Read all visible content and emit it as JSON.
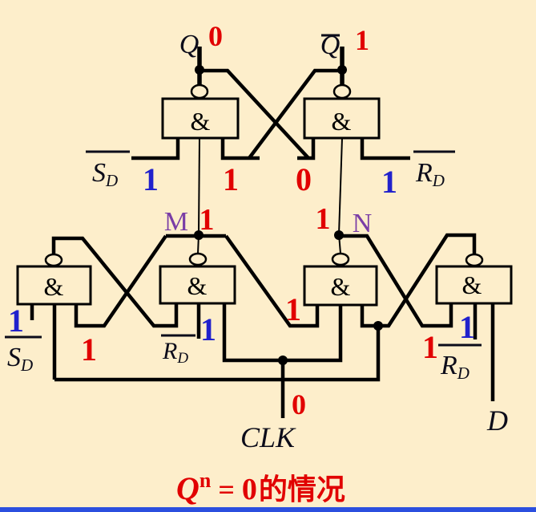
{
  "caption": {
    "base": "Q",
    "exponent": "n",
    "relation": "=",
    "value": "0",
    "suffix": "的情况"
  },
  "gates": {
    "symbol": "&"
  },
  "outputs": {
    "q": {
      "label": "Q",
      "value": "0"
    },
    "q_bar": {
      "label": "Q",
      "value": "1"
    }
  },
  "top_latch": {
    "sd": {
      "base": "S",
      "sub": "D",
      "value": "1"
    },
    "rd": {
      "base": "R",
      "sub": "D",
      "value": "1"
    },
    "m_input_value": "1",
    "q_cross_value": "0"
  },
  "nodes": {
    "m": {
      "label": "M",
      "value": "1"
    },
    "n": {
      "label": "N",
      "value": "1"
    }
  },
  "master_stage": {
    "sd": {
      "base": "S",
      "sub": "D",
      "value": "1"
    },
    "rd_left": {
      "base": "R",
      "sub": "D",
      "value": "1"
    },
    "rd_right": {
      "base": "R",
      "sub": "D",
      "value": "1"
    },
    "g1_output_value": "1",
    "g3_input_value": "1",
    "g4_input_value": "1"
  },
  "clock": {
    "label": "CLK",
    "value": "0"
  },
  "data_input": {
    "label": "D"
  },
  "colors": {
    "background": "#fdeecb",
    "wire": "#000000",
    "signal_label": "#0c0c1a",
    "value_red": "#e10000",
    "value_blue": "#2121cc",
    "node_purple": "#7a3da6",
    "bottom_bar_blue": "#2b4fdf"
  }
}
